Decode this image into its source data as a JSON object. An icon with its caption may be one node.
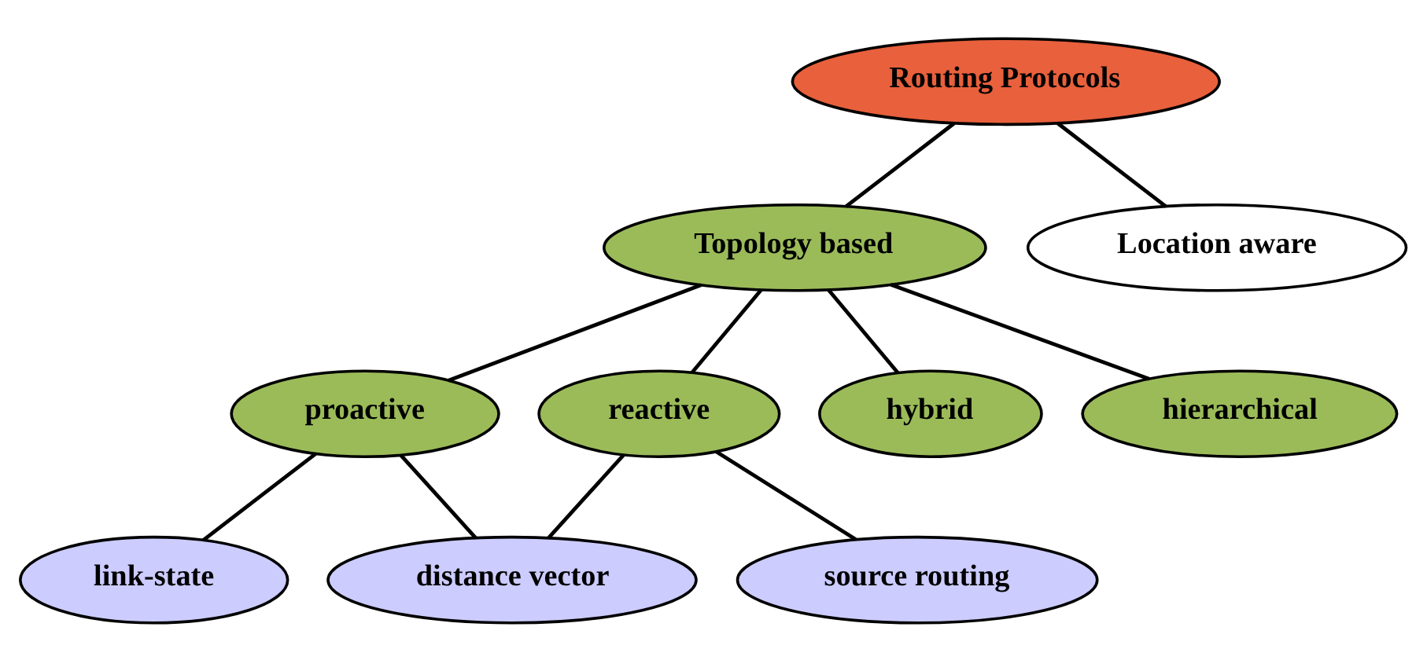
{
  "diagram": {
    "nodes": [
      {
        "text": [
          "Routing Protocols"
        ]
      },
      {
        "text": [
          "Topology based"
        ]
      },
      {
        "text": [
          "Location aware"
        ]
      },
      {
        "text": [
          "proactive"
        ]
      },
      {
        "text": [
          "reactive"
        ]
      },
      {
        "text": [
          "hybrid"
        ]
      },
      {
        "text": [
          "hierarchical"
        ]
      },
      {
        "text": [
          "link-state"
        ]
      },
      {
        "text": [
          "distance vector"
        ]
      },
      {
        "text": [
          "source routing"
        ]
      }
    ],
    "edges": [
      {
        "from": 0,
        "to": 1,
        "arrow": "none"
      },
      {
        "from": 0,
        "to": 2,
        "arrow": "none"
      },
      {
        "from": 1,
        "to": 3,
        "arrow": "none"
      },
      {
        "from": 1,
        "to": 4,
        "arrow": "none"
      },
      {
        "from": 1,
        "to": 5,
        "arrow": "none"
      },
      {
        "from": 1,
        "to": 6,
        "arrow": "none"
      },
      {
        "from": 3,
        "to": 7,
        "arrow": "none"
      },
      {
        "from": 3,
        "to": 8,
        "arrow": "none"
      },
      {
        "from": 4,
        "to": 8,
        "arrow": "none"
      },
      {
        "from": 4,
        "to": 9,
        "arrow": "none"
      }
    ]
  }
}
